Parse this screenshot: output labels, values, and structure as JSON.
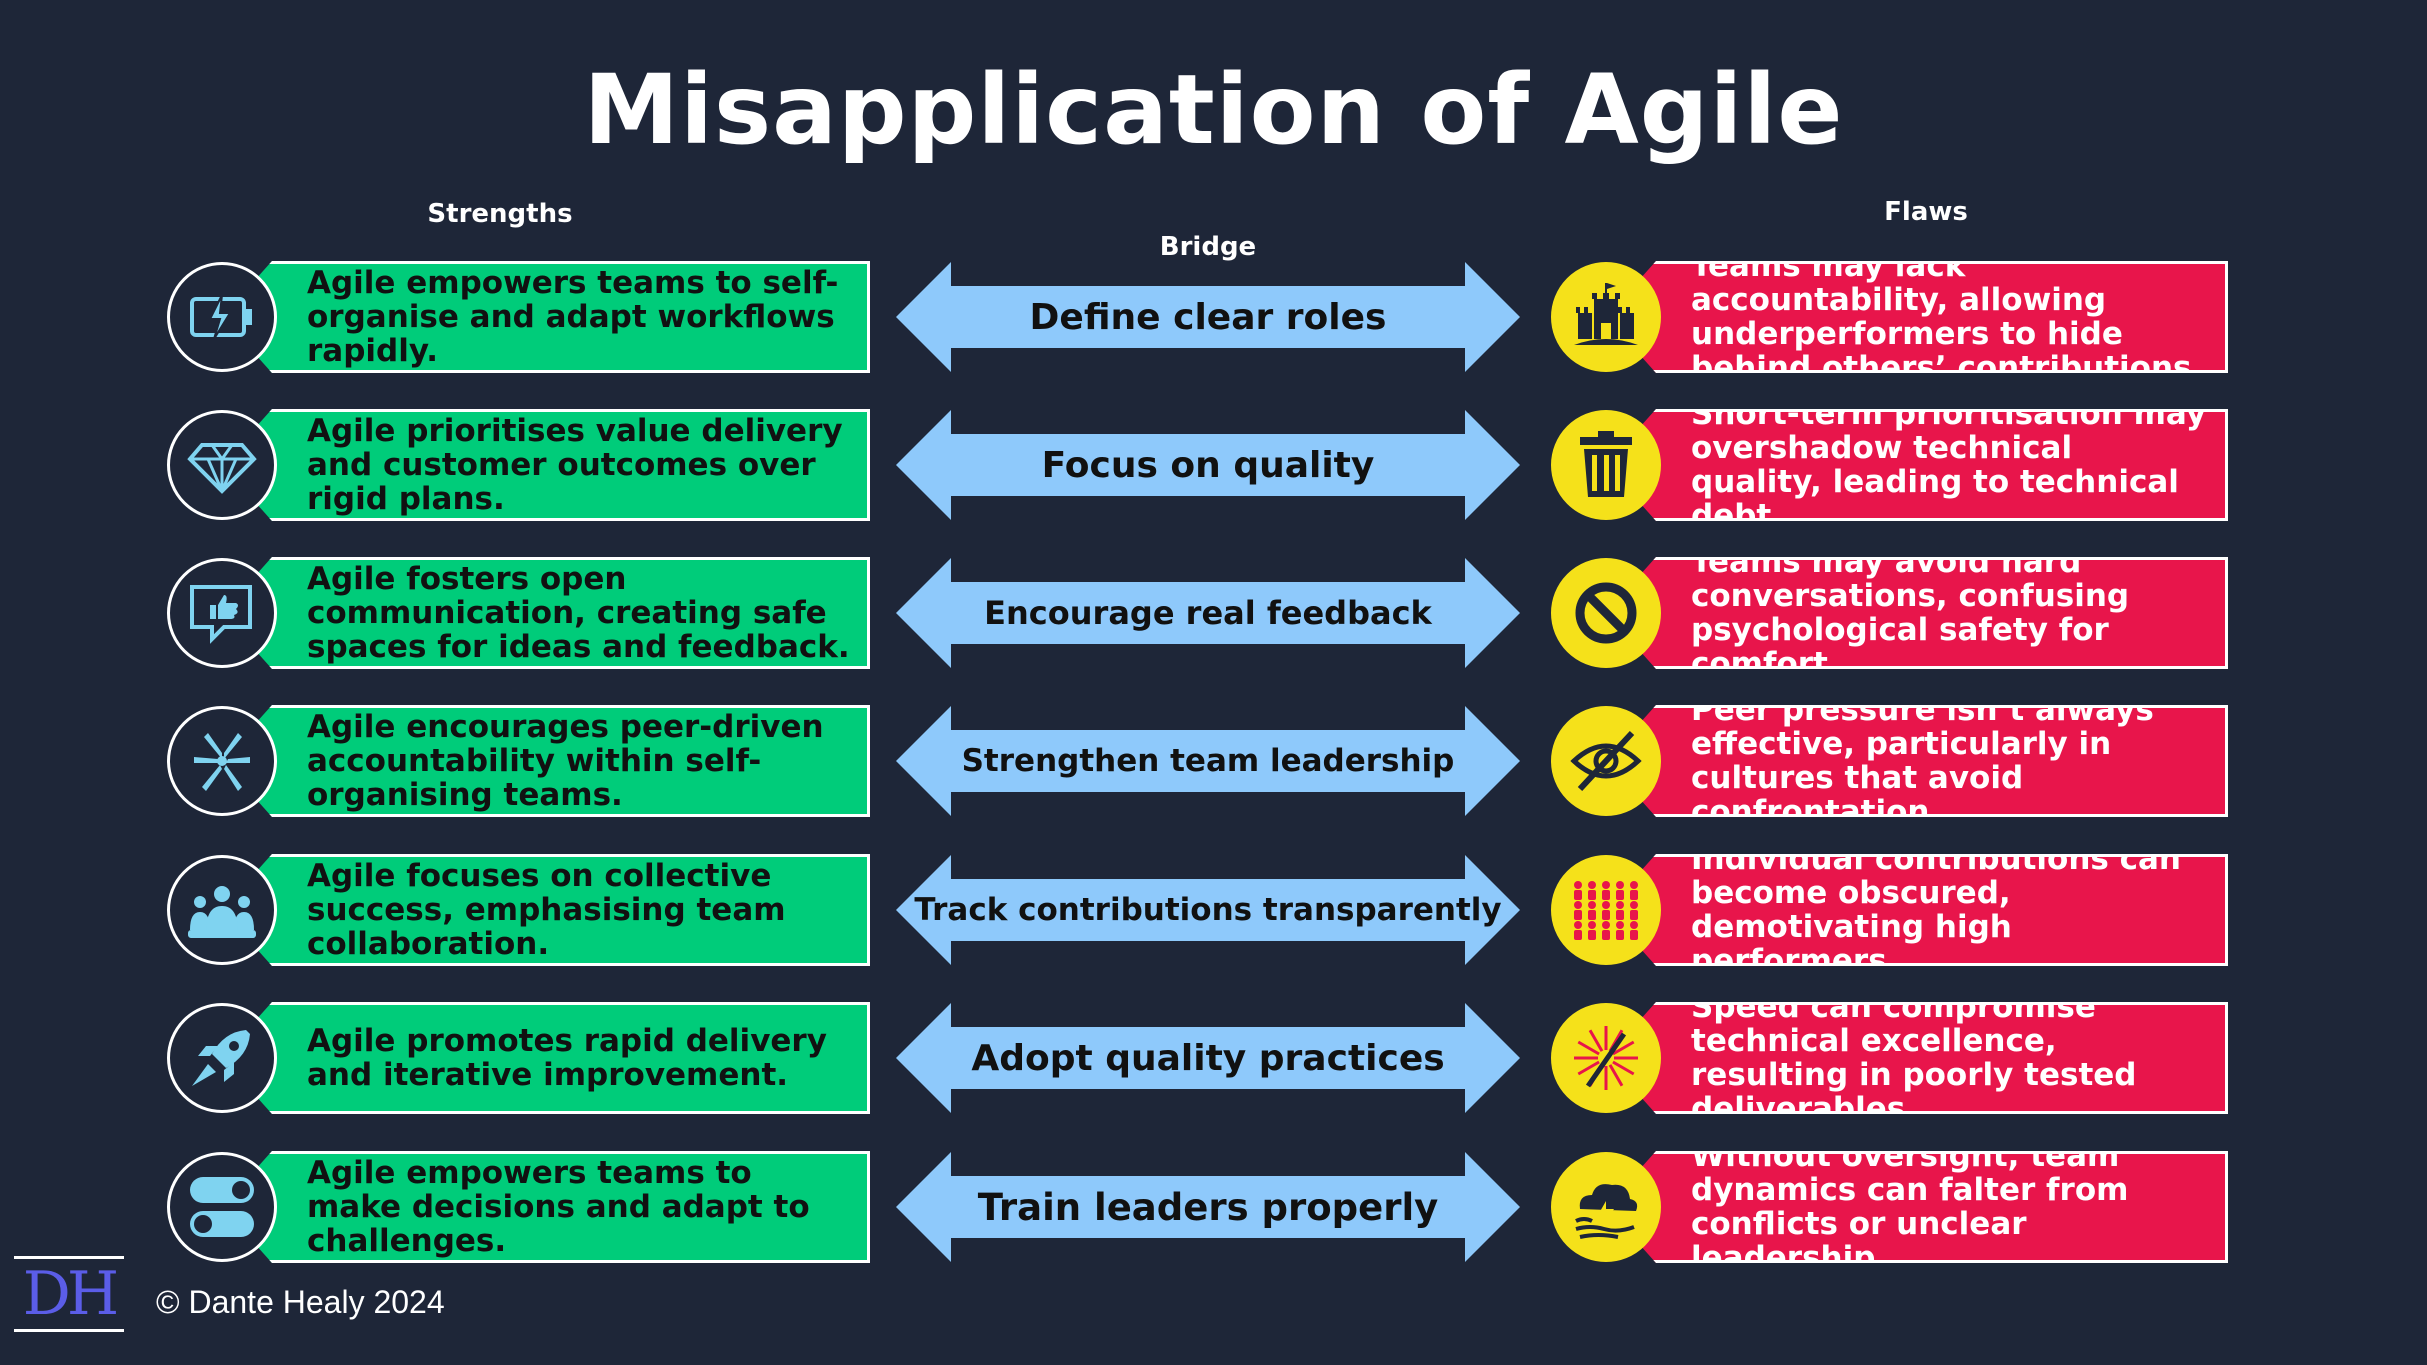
{
  "title": "Misapplication of Agile",
  "headers": {
    "strengths": "Strengths",
    "bridge": "Bridge",
    "flaws": "Flaws"
  },
  "rows": [
    {
      "strength": "Agile empowers teams to self-organise and adapt workflows rapidly.",
      "strength_icon": "battery-charging-icon",
      "bridge": "Define clear roles",
      "flaw": "Teams may lack accountability, allowing underperformers to hide behind others’ contributions.",
      "flaw_icon": "sandcastle-icon"
    },
    {
      "strength": "Agile prioritises value delivery and customer outcomes over rigid plans.",
      "strength_icon": "diamond-icon",
      "bridge": "Focus on quality",
      "flaw": "Short-term prioritisation may overshadow technical quality, leading to technical debt.",
      "flaw_icon": "trash-can-icon"
    },
    {
      "strength": "Agile fosters open communication, creating safe spaces for ideas and feedback.",
      "strength_icon": "feedback-thumbs-up-icon",
      "bridge": "Encourage real feedback",
      "flaw": "Teams may avoid hard conversations, confusing psychological safety for comfort.",
      "flaw_icon": "prohibited-icon"
    },
    {
      "strength": "Agile encourages peer-driven accountability within self-organising teams.",
      "strength_icon": "hands-together-icon",
      "bridge": "Strengthen team leadership",
      "flaw": "Peer pressure isn’t always effective, particularly in cultures that avoid confrontation.",
      "flaw_icon": "eye-slash-icon"
    },
    {
      "strength": "Agile focuses on collective success, emphasising team collaboration.",
      "strength_icon": "team-group-icon",
      "bridge": "Track contributions transparently",
      "flaw": "Individual contributions can become obscured, demotivating high performers.",
      "flaw_icon": "crowd-icon"
    },
    {
      "strength": "Agile promotes rapid delivery and iterative improvement.",
      "strength_icon": "rocket-icon",
      "bridge": "Adopt quality practices",
      "flaw": "Speed can compromise technical excellence, resulting in poorly tested deliverables.",
      "flaw_icon": "fireworks-icon"
    },
    {
      "strength": "Agile empowers teams to make decisions and adapt to challenges.",
      "strength_icon": "toggle-switches-icon",
      "bridge": "Train leaders properly",
      "flaw": "Without oversight, team dynamics can falter from conflicts or unclear leadership.",
      "flaw_icon": "storm-cloud-icon"
    }
  ],
  "logo": "DH",
  "copyright": "© Dante Healy 2024",
  "colors": {
    "background": "#1e2638",
    "strength": "#00cc7a",
    "flaw": "#e8154b",
    "bridge": "#8ec9fb",
    "flaw_icon": "#f5e11a",
    "strength_icon": "#7fd3f0"
  }
}
